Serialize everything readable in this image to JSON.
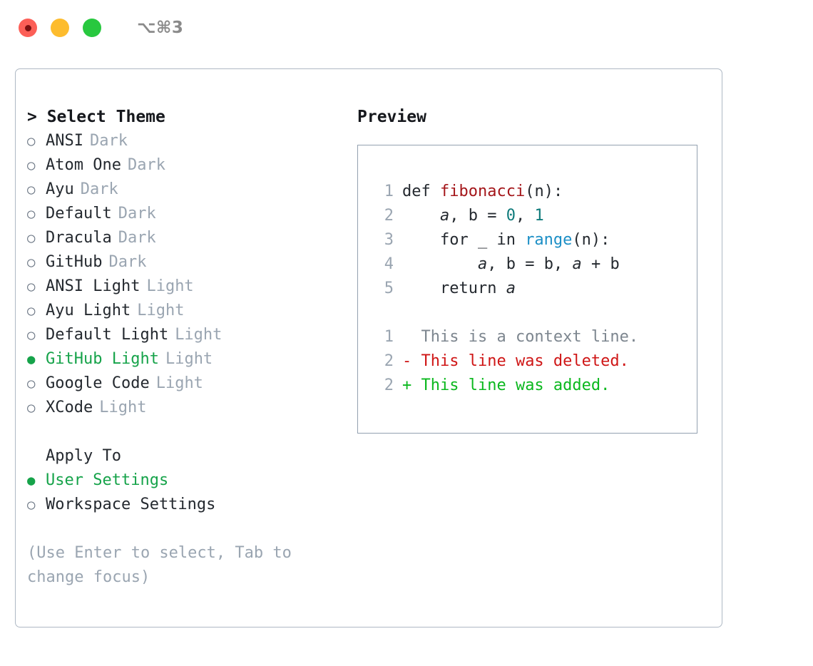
{
  "titlebar": {
    "shortcut": "⌥⌘3",
    "dots": [
      {
        "name": "close",
        "color": "#fc5f57"
      },
      {
        "name": "minimize",
        "color": "#fdbc2e"
      },
      {
        "name": "maximize",
        "color": "#28c83f"
      }
    ]
  },
  "theme_picker": {
    "header": "> Select Theme",
    "selected_bullet": "●",
    "unselected_bullet": "○",
    "accent_color": "#16a34a",
    "items": [
      {
        "bullet": "○",
        "name": "ANSI",
        "kind": "Dark",
        "selected": false
      },
      {
        "bullet": "○",
        "name": "Atom One",
        "kind": "Dark",
        "selected": false
      },
      {
        "bullet": "○",
        "name": "Ayu",
        "kind": "Dark",
        "selected": false
      },
      {
        "bullet": "○",
        "name": "Default",
        "kind": "Dark",
        "selected": false
      },
      {
        "bullet": "○",
        "name": "Dracula",
        "kind": "Dark",
        "selected": false
      },
      {
        "bullet": "○",
        "name": "GitHub",
        "kind": "Dark",
        "selected": false
      },
      {
        "bullet": "○",
        "name": "ANSI Light",
        "kind": "Light",
        "selected": false
      },
      {
        "bullet": "○",
        "name": "Ayu Light",
        "kind": "Light",
        "selected": false
      },
      {
        "bullet": "○",
        "name": "Default Light",
        "kind": "Light",
        "selected": false
      },
      {
        "bullet": "●",
        "name": "GitHub Light",
        "kind": "Light",
        "selected": true
      },
      {
        "bullet": "○",
        "name": "Google Code",
        "kind": "Light",
        "selected": false
      },
      {
        "bullet": "○",
        "name": "XCode",
        "kind": "Light",
        "selected": false
      }
    ]
  },
  "apply_to": {
    "title": "Apply To",
    "options": [
      {
        "bullet": "●",
        "label": "User Settings",
        "selected": true
      },
      {
        "bullet": "○",
        "label": "Workspace Settings",
        "selected": false
      }
    ]
  },
  "hint": "(Use Enter to select, Tab to change focus)",
  "preview": {
    "title": "Preview",
    "code_lines": [
      {
        "no": "1",
        "tokens": [
          {
            "text": "def ",
            "style": "plain"
          },
          {
            "text": "fibonacci",
            "style": "fn"
          },
          {
            "text": "(n):",
            "style": "plain"
          }
        ]
      },
      {
        "no": "2",
        "tokens": [
          {
            "text": "    ",
            "style": "plain"
          },
          {
            "text": "a",
            "style": "var"
          },
          {
            "text": ", ",
            "style": "plain"
          },
          {
            "text": "b",
            "style": "plain"
          },
          {
            "text": " = ",
            "style": "plain"
          },
          {
            "text": "0",
            "style": "num"
          },
          {
            "text": ", ",
            "style": "plain"
          },
          {
            "text": "1",
            "style": "num"
          }
        ]
      },
      {
        "no": "3",
        "tokens": [
          {
            "text": "    for _ in ",
            "style": "plain"
          },
          {
            "text": "range",
            "style": "call"
          },
          {
            "text": "(n):",
            "style": "plain"
          }
        ]
      },
      {
        "no": "4",
        "tokens": [
          {
            "text": "        ",
            "style": "plain"
          },
          {
            "text": "a",
            "style": "var"
          },
          {
            "text": ", ",
            "style": "plain"
          },
          {
            "text": "b",
            "style": "plain"
          },
          {
            "text": " = ",
            "style": "plain"
          },
          {
            "text": "b",
            "style": "plain"
          },
          {
            "text": ", ",
            "style": "plain"
          },
          {
            "text": "a",
            "style": "var"
          },
          {
            "text": " + ",
            "style": "plain"
          },
          {
            "text": "b",
            "style": "plain"
          }
        ]
      },
      {
        "no": "5",
        "tokens": [
          {
            "text": "    return ",
            "style": "plain"
          },
          {
            "text": "a",
            "style": "var"
          }
        ]
      }
    ],
    "diff_lines": [
      {
        "no": "1",
        "marker": " ",
        "text": " This is a context line.",
        "kind": "ctx"
      },
      {
        "no": "2",
        "marker": "-",
        "text": " This line was deleted.",
        "kind": "del"
      },
      {
        "no": "2",
        "marker": "+",
        "text": " This line was added.",
        "kind": "add"
      }
    ]
  }
}
